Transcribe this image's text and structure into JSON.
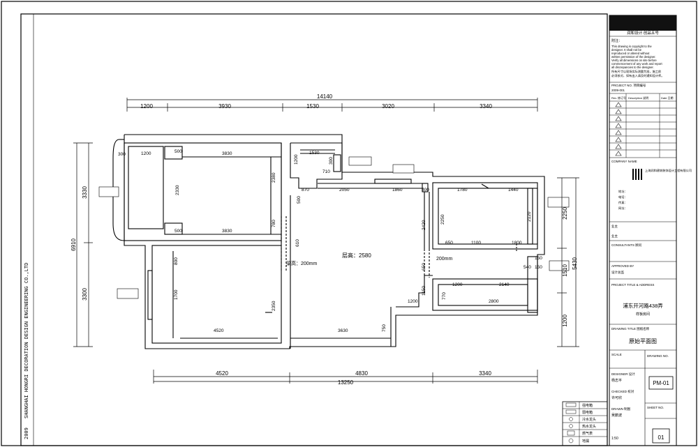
{
  "plan": {
    "overall_top": "14140",
    "top_segments": [
      "1200",
      "3930",
      "1530",
      "3020",
      "3340"
    ],
    "overall_bottom": "13250",
    "bottom_segments": [
      "4520",
      "4830",
      "3340"
    ],
    "left_overall": "6910",
    "left_segments": [
      "3330",
      "3300"
    ],
    "right_overall": "5430",
    "right_segments": [
      "2250",
      "1510",
      "1200"
    ],
    "ceiling_height": "层高：2580",
    "beam_left": "梁高：200mm",
    "beam_right": "200mm",
    "dims": {
      "a1200": "1200",
      "a500t": "500",
      "a3830t": "3830",
      "a300": "300",
      "a2330": "2330",
      "a500b": "500",
      "a3830b": "3830",
      "b1530": "1530",
      "b1200": "1200",
      "b300": "300",
      "b710": "710",
      "b2380": "2380",
      "b500": "500",
      "b780": "780",
      "b610": "610",
      "b870": "870",
      "b2050": "2050",
      "b1860": "1860",
      "b300r": "300",
      "b2420": "2420",
      "b650": "650",
      "b1150": "1150",
      "c1780": "1780",
      "c1440": "1440",
      "c2250": "2250",
      "c2120": "2120",
      "c650": "650",
      "c1100": "1100",
      "c1800": "1800",
      "c150": "150",
      "c540": "540",
      "c150b": "150",
      "d1200": "1200",
      "d2140": "2140",
      "d770": "770",
      "d2800": "2800",
      "e800": "800",
      "e1700": "1700",
      "e2350": "2350",
      "e4520": "4520",
      "e3630": "3630",
      "e750": "750",
      "e1200": "1200"
    }
  },
  "title_block": {
    "company_header": "润和设计·创品五号",
    "notes_label": "附注：",
    "note_lines": [
      "This drawing is copyright to the",
      "designer. It shall not be",
      "reproduced or altered without",
      "written permission of the designer.",
      "Verify all dimensions on site before",
      "commencement of any work and report",
      "all discrepancies to the designer.",
      "所有尺寸以现场实际测量为准，施工前",
      "必须核对，如有出入请及时通知设计师。"
    ],
    "project_label": "PROJECT NO. 项目编号",
    "project_value": "2009-001",
    "revision_headers": [
      "Rev. 修订号",
      "Description 说明",
      "Date 日期"
    ],
    "revision_marks": [
      "1",
      "2",
      "3",
      "4",
      "5",
      "6",
      "7",
      "8"
    ],
    "company_label": "COMPANY NAME",
    "company_name": "上海润和建筑装饰设计工程有限公司",
    "company_lines": [
      "地址：",
      "电话：",
      "传真：",
      "网址："
    ],
    "client_label": "业主",
    "client_value": "业主",
    "consultants_label": "CONSULTANTS 顾问",
    "drawn_label": "APPROVED BY",
    "drawn_value": "设计总监",
    "project_title_label": "PROJECT TITLE & ADDRESS",
    "project_title": "浦东开河路438弄",
    "project_subtitle": "样板房间",
    "drawing_title_label": "DRAWING TITLE 图纸名称",
    "drawing_title": "原始平面图",
    "scale_label": "SCALE",
    "drawing_no_label": "DRAWING NO.",
    "drawing_no": "PM-01",
    "sheet_label": "SHEET NO.",
    "sheet_no": "01",
    "designer_label": "DESIGNER 设计",
    "designer_value": "杨志平",
    "checker_label": "CHECKED 校对",
    "checker_value": "许可欣",
    "drafter_label": "DRAWN 制图",
    "drafter_value": "吴鹏波",
    "scale_value": "1:50"
  },
  "side_label": "SHANGHAI HONGRI DECORATION DESIGN ENGINEERING CO.,LTD",
  "side_year": "2009",
  "legend": {
    "items": [
      "强电箱",
      "弱电箱",
      "冷水龙头",
      "热水龙头",
      "燃气表",
      "地漏"
    ]
  }
}
